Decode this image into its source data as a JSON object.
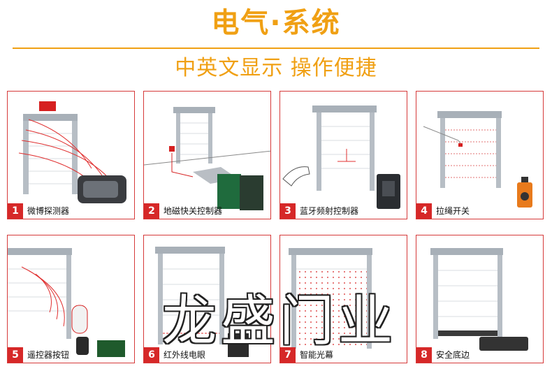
{
  "header": {
    "title": "电气·系统",
    "subtitle": "中英文显示 操作便捷"
  },
  "accent_color": "#f0a014",
  "card_border_color": "#d63a3a",
  "badge_color": "#d62828",
  "cards": [
    {
      "num": "1",
      "label": "微博探测器",
      "icon": "microwave-sensor-icon"
    },
    {
      "num": "2",
      "label": "地磁快关控制器",
      "icon": "ground-magnetic-controller-icon"
    },
    {
      "num": "3",
      "label": "蓝牙频射控制器",
      "icon": "bluetooth-rf-controller-icon"
    },
    {
      "num": "4",
      "label": "拉绳开关",
      "icon": "pull-cord-switch-icon"
    },
    {
      "num": "5",
      "label": "遥控器按钮",
      "icon": "remote-control-icon"
    },
    {
      "num": "6",
      "label": "红外线电眼",
      "icon": "infrared-photo-eye-icon"
    },
    {
      "num": "7",
      "label": "智能光幕",
      "icon": "light-curtain-icon"
    },
    {
      "num": "8",
      "label": "安全底边",
      "icon": "safety-edge-icon"
    }
  ],
  "watermark": "龙盛门业"
}
